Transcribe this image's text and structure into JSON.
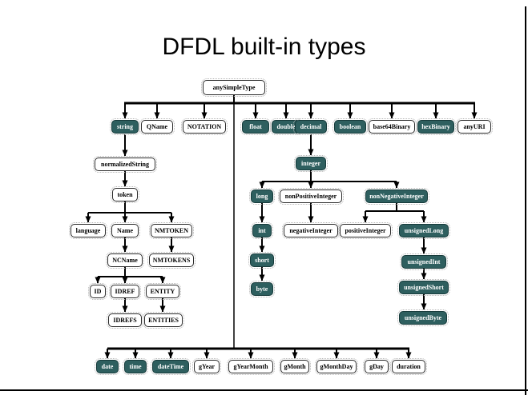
{
  "title": "DFDL built-in types",
  "colors": {
    "highlight_fill": "#2e5f5f",
    "plain_fill": "#ffffff",
    "line": "#000000",
    "background": "#ffffff"
  },
  "nodes": {
    "anySimpleType": {
      "label": "anySimpleType",
      "highlighted": false
    },
    "string": {
      "label": "string",
      "highlighted": true
    },
    "QName": {
      "label": "QName",
      "highlighted": false
    },
    "NOTATION": {
      "label": "NOTATION",
      "highlighted": false
    },
    "float": {
      "label": "float",
      "highlighted": true
    },
    "double": {
      "label": "double",
      "highlighted": true
    },
    "decimal": {
      "label": "decimal",
      "highlighted": true
    },
    "boolean": {
      "label": "boolean",
      "highlighted": true
    },
    "base64Binary": {
      "label": "base64Binary",
      "highlighted": false
    },
    "hexBinary": {
      "label": "hexBinary",
      "highlighted": true
    },
    "anyURI": {
      "label": "anyURI",
      "highlighted": false
    },
    "normalizedString": {
      "label": "normalizedString",
      "highlighted": false
    },
    "token": {
      "label": "token",
      "highlighted": false
    },
    "language": {
      "label": "language",
      "highlighted": false
    },
    "Name": {
      "label": "Name",
      "highlighted": false
    },
    "NMTOKEN": {
      "label": "NMTOKEN",
      "highlighted": false
    },
    "NCName": {
      "label": "NCName",
      "highlighted": false
    },
    "NMTOKENS": {
      "label": "NMTOKENS",
      "highlighted": false
    },
    "ID": {
      "label": "ID",
      "highlighted": false
    },
    "IDREF": {
      "label": "IDREF",
      "highlighted": false
    },
    "ENTITY": {
      "label": "ENTITY",
      "highlighted": false
    },
    "IDREFS": {
      "label": "IDREFS",
      "highlighted": false
    },
    "ENTITIES": {
      "label": "ENTITIES",
      "highlighted": false
    },
    "integer": {
      "label": "integer",
      "highlighted": true
    },
    "long": {
      "label": "long",
      "highlighted": true
    },
    "nonPositiveInteger": {
      "label": "nonPositiveInteger",
      "highlighted": false
    },
    "nonNegativeInteger": {
      "label": "nonNegativeInteger",
      "highlighted": true
    },
    "int": {
      "label": "int",
      "highlighted": true
    },
    "negativeInteger": {
      "label": "negativeInteger",
      "highlighted": false
    },
    "positiveInteger": {
      "label": "positiveInteger",
      "highlighted": false
    },
    "unsignedLong": {
      "label": "unsignedLong",
      "highlighted": true
    },
    "short": {
      "label": "short",
      "highlighted": true
    },
    "unsignedInt": {
      "label": "unsignedInt",
      "highlighted": true
    },
    "byte": {
      "label": "byte",
      "highlighted": true
    },
    "unsignedShort": {
      "label": "unsignedShort",
      "highlighted": true
    },
    "unsignedByte": {
      "label": "unsignedByte",
      "highlighted": true
    },
    "date": {
      "label": "date",
      "highlighted": true
    },
    "time": {
      "label": "time",
      "highlighted": true
    },
    "dateTime": {
      "label": "dateTime",
      "highlighted": true
    },
    "gYear": {
      "label": "gYear",
      "highlighted": false
    },
    "gYearMonth": {
      "label": "gYearMonth",
      "highlighted": false
    },
    "gMonth": {
      "label": "gMonth",
      "highlighted": false
    },
    "gMonthDay": {
      "label": "gMonthDay",
      "highlighted": false
    },
    "gDay": {
      "label": "gDay",
      "highlighted": false
    },
    "duration": {
      "label": "duration",
      "highlighted": false
    }
  },
  "hierarchy": {
    "anySimpleType": [
      "string",
      "QName",
      "NOTATION",
      "float",
      "double",
      "decimal",
      "boolean",
      "base64Binary",
      "hexBinary",
      "anyURI",
      "date",
      "time",
      "dateTime",
      "gYear",
      "gYearMonth",
      "gMonth",
      "gMonthDay",
      "gDay",
      "duration"
    ],
    "string": [
      "normalizedString"
    ],
    "normalizedString": [
      "token"
    ],
    "token": [
      "language",
      "Name",
      "NMTOKEN"
    ],
    "Name": [
      "NCName"
    ],
    "NMTOKEN": [
      "NMTOKENS"
    ],
    "NCName": [
      "ID",
      "IDREF",
      "ENTITY"
    ],
    "IDREF": [
      "IDREFS"
    ],
    "ENTITY": [
      "ENTITIES"
    ],
    "decimal": [
      "integer"
    ],
    "integer": [
      "long",
      "nonPositiveInteger",
      "nonNegativeInteger"
    ],
    "long": [
      "int"
    ],
    "int": [
      "short"
    ],
    "short": [
      "byte"
    ],
    "nonPositiveInteger": [
      "negativeInteger"
    ],
    "nonNegativeInteger": [
      "positiveInteger",
      "unsignedLong"
    ],
    "unsignedLong": [
      "unsignedInt"
    ],
    "unsignedInt": [
      "unsignedShort"
    ],
    "unsignedShort": [
      "unsignedByte"
    ]
  }
}
